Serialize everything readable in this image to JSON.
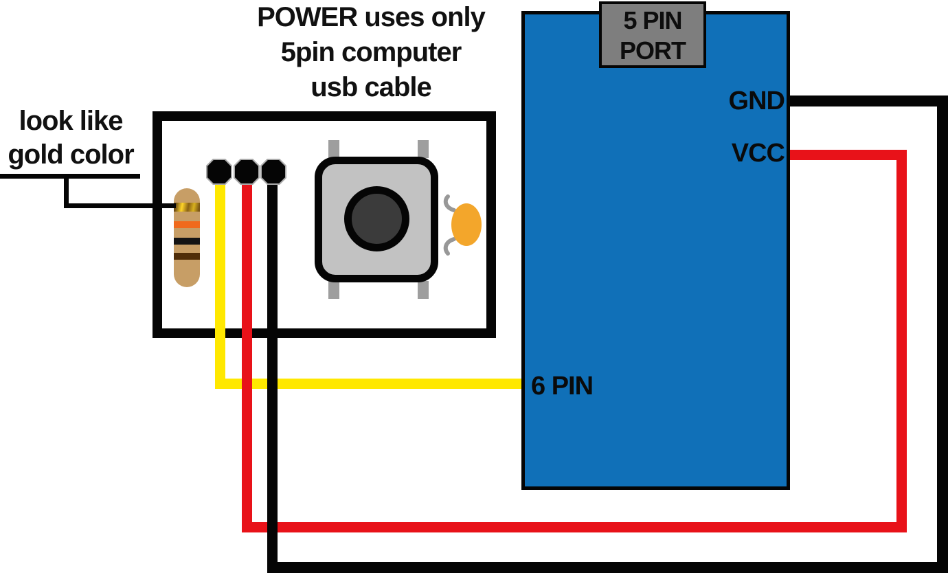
{
  "diagram": {
    "title": {
      "line1": "POWER uses only",
      "line2": "5pin computer",
      "line3": "usb cable"
    },
    "resistor_note": {
      "line1": "look like",
      "line2": "gold color"
    },
    "board": {
      "port_label_line1": "5 PIN",
      "port_label_line2": "PORT",
      "gnd_label": "GND",
      "vcc_label": "VCC",
      "six_pin_label": "6 PIN"
    },
    "colors": {
      "background": "#ffffff",
      "outline_black": "#050505",
      "wire_yellow": "#FFE800",
      "wire_red": "#E81219",
      "wire_black": "#050505",
      "board_blue": "#1070B8",
      "port_gray": "#7E7E7E",
      "button_body_gray": "#C2C2C2",
      "button_leg_gray": "#9E9E9E",
      "button_plunger_gray": "#3B3B3B",
      "capacitor_orange": "#F3A62B",
      "capacitor_lead_gray": "#989898",
      "resistor_body_tan": "#C79E66",
      "resistor_band_gold": "#D9B11F",
      "resistor_band_orange": "#F06A1D",
      "resistor_band_black": "#141414",
      "resistor_band_brown": "#4F2D08"
    }
  }
}
